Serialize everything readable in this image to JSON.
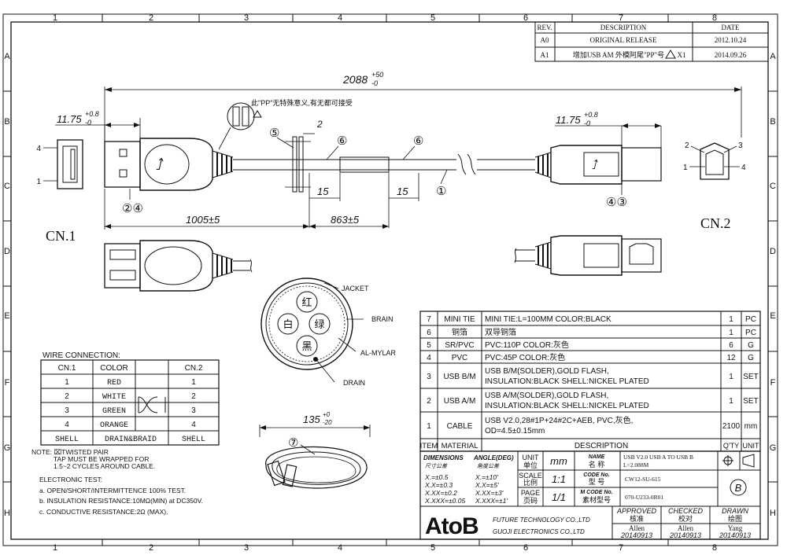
{
  "grid": {
    "cols": [
      "1",
      "2",
      "3",
      "4",
      "5",
      "6",
      "7",
      "8"
    ],
    "rows": [
      "A",
      "B",
      "C",
      "D",
      "E",
      "F",
      "G",
      "H"
    ]
  },
  "revision_table": {
    "headers": [
      "REV.",
      "DESCRIPTION",
      "DATE"
    ],
    "rows": [
      {
        "rev": "A0",
        "desc": "ORIGINAL RELEASE",
        "date": "2012.10.24"
      },
      {
        "rev": "A1",
        "desc": "增加USB AM 外模阿尾\"PP\"号",
        "mark": "X1",
        "date": "2014.09.26"
      }
    ]
  },
  "drawing": {
    "total_length": "2088",
    "total_tol_upper": "+50",
    "total_tol_lower": "-0",
    "left_dim": "11.75",
    "left_dim_tol_upper": "+0.8",
    "left_dim_tol_lower": "-0",
    "right_dim": "11.75",
    "right_dim_tol_upper": "+0.8",
    "right_dim_tol_lower": "-0",
    "pp_note": "此\"PP\"无特殊意义,有无都可接受",
    "dim_2": "2",
    "dim_15a": "15",
    "dim_15b": "15",
    "dim_1005": "1005±5",
    "dim_863": "863±5",
    "balloon_1": "①",
    "balloon_24": "②④",
    "balloon_43": "④③",
    "balloon_5": "⑤",
    "balloon_6a": "⑥",
    "balloon_6b": "⑥",
    "balloon_7": "⑦",
    "cn1": "CN.1",
    "cn2": "CN.2",
    "pin_1": "1",
    "pin_4": "4",
    "pin_r1": "1",
    "pin_r2": "2",
    "pin_r3": "3",
    "pin_r4": "4",
    "cross": {
      "jacket": "JACKET",
      "braid": "BRAIN",
      "mylar": "AL-MYLAR",
      "drain": "DRAIN",
      "red": "红",
      "white": "白",
      "green": "绿",
      "black": "黑"
    },
    "coil_dim": "135",
    "coil_tol_upper": "+0",
    "coil_tol_lower": "-20"
  },
  "wire_connection": {
    "title": "WIRE CONNECTION:",
    "headers": [
      "CN.1",
      "COLOR",
      "CN.2"
    ],
    "rows": [
      {
        "a": "1",
        "color": "RED",
        "b": "1"
      },
      {
        "a": "2",
        "color": "WHITE",
        "b": "2"
      },
      {
        "a": "3",
        "color": "GREEN",
        "b": "3"
      },
      {
        "a": "4",
        "color": "ORANGE",
        "b": "4"
      },
      {
        "a": "SHELL",
        "color": "DRAIN&BRAID",
        "b": "SHELL"
      }
    ]
  },
  "notes": {
    "twisted": "NOTE: ⌧TWISTED PAIR",
    "tap1": "TAP MUST BE WRAPPED FOR",
    "tap2": "1.5~2 CYCLES AROUND CABLE.",
    "etest": "ELECTRONIC TEST:",
    "a": "a. OPEN/SHORT/INTERMITTENCE 100% TEST.",
    "b": "b. INSULATION RESISTANCE:10MΩ(MIN) at DC350V.",
    "c": "c. CONDUCTIVE RESISTANCE:2Ω (MAX)."
  },
  "bom": {
    "rows": [
      {
        "item": "7",
        "material": "MINI TIE",
        "desc": [
          "MINI TIE:L=100MM COLOR:BLACK"
        ],
        "qty": "1",
        "unit": "PC"
      },
      {
        "item": "6",
        "material": "铜箔",
        "desc": [
          "双导铜箔"
        ],
        "qty": "1",
        "unit": "PC"
      },
      {
        "item": "5",
        "material": "SR/PVC",
        "desc": [
          "PVC:110P COLOR:灰色"
        ],
        "qty": "6",
        "unit": "G"
      },
      {
        "item": "4",
        "material": "PVC",
        "desc": [
          "PVC:45P COLOR:灰色"
        ],
        "qty": "12",
        "unit": "G"
      },
      {
        "item": "3",
        "material": "USB B/M",
        "desc": [
          "USB B/M(SOLDER),GOLD FLASH,",
          "INSULATION:BLACK SHELL:NICKEL PLATED"
        ],
        "qty": "1",
        "unit": "SET"
      },
      {
        "item": "2",
        "material": "USB A/M",
        "desc": [
          "USB A/M(SOLDER),GOLD FLASH,",
          "INSULATION:BLACK SHELL:NICKEL PLATED"
        ],
        "qty": "1",
        "unit": "SET"
      },
      {
        "item": "1",
        "material": "CABLE",
        "desc": [
          "USB V2.0,28#1P+24#2C+AEB, PVC,灰色,",
          "OD=4.5±0.15mm"
        ],
        "qty": "2100",
        "unit": "mm"
      }
    ],
    "headers": {
      "item": "ITEM",
      "material": "MATERIAL",
      "desc": "DESCRIPTION",
      "qty": "Q'TY",
      "unit": "UNIT"
    }
  },
  "title_block": {
    "dimensions": "DIMENSIONS",
    "dimensions_cn": "尺寸公差",
    "angle": "ANGLE(DEG)",
    "angle_cn": "角度公差",
    "tol1": "X.=±0.5",
    "tol2": "X.X=±0.3",
    "tol3": "X.XX=±0.2",
    "tol4": "X.XXX=±0.05",
    "ang1": "X.=±10'",
    "ang2": "X.X=±5'",
    "ang3": "X.XX=±3'",
    "ang4": "X.XXX=±1'",
    "unit": "UNIT",
    "unit_cn": "单位",
    "unit_val": "mm",
    "scale": "SCALE",
    "scale_cn": "比例",
    "scale_val": "1:1",
    "page": "PAGE",
    "page_cn": "页码",
    "page_val": "1/1",
    "name": "NAME",
    "name_cn": "名 称",
    "name_val1": "USB V2.0  USB A TO USB B",
    "name_val2": "L=2.088M",
    "code": "CODE No.",
    "code_cn": "型 号",
    "code_val": "CW12-SU-615",
    "mcode": "M CODE No.",
    "mcode_cn": "素材型号",
    "mcode_val": "070-U233-0R01",
    "rev_mark": "B",
    "approved": "APPROVED",
    "approved_cn": "核准",
    "checked": "CHECKED",
    "checked_cn": "校对",
    "drawn": "DRAWN",
    "drawn_cn": "绘图",
    "approved_name": "Allen",
    "checked_name": "Allen",
    "drawn_name": "Yang",
    "approved_date": "20140913",
    "checked_date": "20140913",
    "drawn_date": "20140913",
    "company_logo": "AtoB",
    "company1": "FUTURE TECHNOLOGY CO.,LTD",
    "company2": "GUOJI ELECTRONICS CO.,LTD"
  }
}
